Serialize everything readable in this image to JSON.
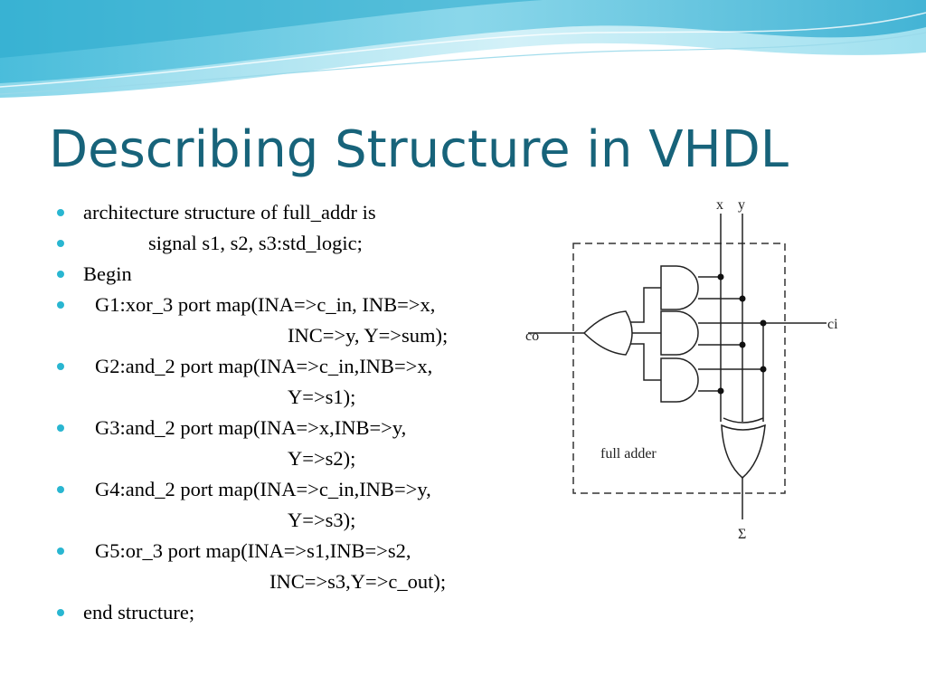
{
  "slide": {
    "title": "Describing Structure in VHDL",
    "code_lines": [
      {
        "text": "architecture structure of full_addr is",
        "bullet": true
      },
      {
        "text": "signal s1, s2, s3:std_logic;",
        "bullet": true
      },
      {
        "text": "Begin",
        "bullet": true
      },
      {
        "text": "G1:xor_3  port map(INA=>c_in, INB=>x,",
        "bullet": true
      },
      {
        "text": "INC=>y, Y=>sum);",
        "bullet": false
      },
      {
        "text": "G2:and_2 port map(INA=>c_in,INB=>x,",
        "bullet": true
      },
      {
        "text": "Y=>s1);",
        "bullet": false
      },
      {
        "text": "G3:and_2 port map(INA=>x,INB=>y,",
        "bullet": true
      },
      {
        "text": "Y=>s2);",
        "bullet": false
      },
      {
        "text": "G4:and_2 port map(INA=>c_in,INB=>y,",
        "bullet": true
      },
      {
        "text": "Y=>s3);",
        "bullet": false
      },
      {
        "text": "G5:or_3 port map(INA=>s1,INB=>s2,",
        "bullet": true
      },
      {
        "text": "INC=>s3,Y=>c_out);",
        "bullet": false
      },
      {
        "text": "end structure;",
        "bullet": true
      }
    ]
  },
  "diagram": {
    "labels": {
      "x": "x",
      "y": "y",
      "ci": "ci",
      "co": "co",
      "sum": "Σ",
      "box": "full adder"
    },
    "gates": [
      "and-gate",
      "and-gate",
      "and-gate",
      "or-gate",
      "xor-gate"
    ]
  },
  "colors": {
    "title": "#17637a",
    "bullet": "#29b6d1",
    "wave_light": "#bfe9f4",
    "wave_mid": "#63cbe4",
    "wave_dark": "#2aa9cc"
  }
}
